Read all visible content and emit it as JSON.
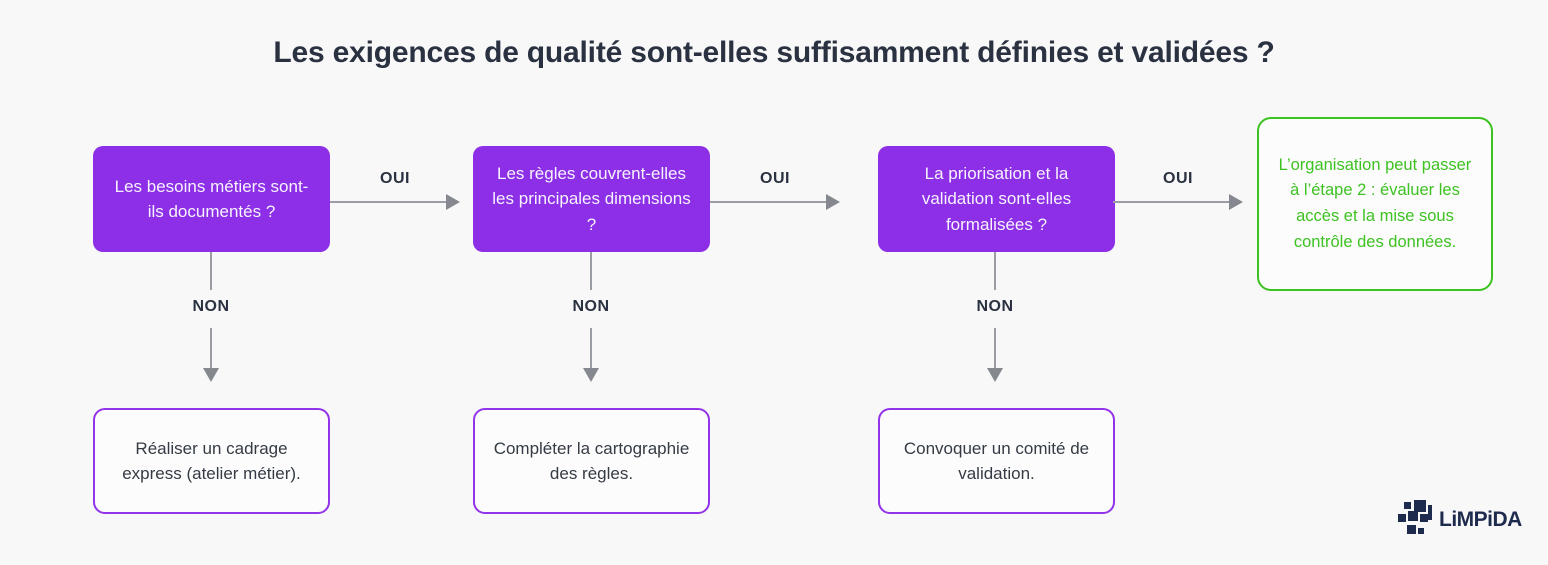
{
  "title": "Les exigences de qualité sont-elles suffisamment définies et validées ?",
  "flow": {
    "yes_label": "OUI",
    "no_label": "NON",
    "questions": [
      {
        "text": "Les besoins métiers sont-ils documentés ?"
      },
      {
        "text": "Les règles couvrent-elles les principales dimensions ?"
      },
      {
        "text": "La priorisation et la validation sont-elles formalisées ?"
      }
    ],
    "actions": [
      {
        "text": "Réaliser un cadrage express (atelier métier)."
      },
      {
        "text": "Compléter la cartographie des règles."
      },
      {
        "text": "Convoquer un comité de validation."
      }
    ],
    "success": {
      "text": "L’organisation peut passer à l’étape 2 : évaluer les accès et la mise sous contrôle des données."
    }
  },
  "logo": {
    "text": "LiMPiDA"
  },
  "colors": {
    "background": "#f8f8f8",
    "question_fill": "#8c2fe6",
    "outcome_border_purple": "#9333ea",
    "success_green": "#3dc222",
    "arrow_gray": "#9a9ea4",
    "text_dark": "#2a3140",
    "logo_navy": "#1f2b4e"
  }
}
